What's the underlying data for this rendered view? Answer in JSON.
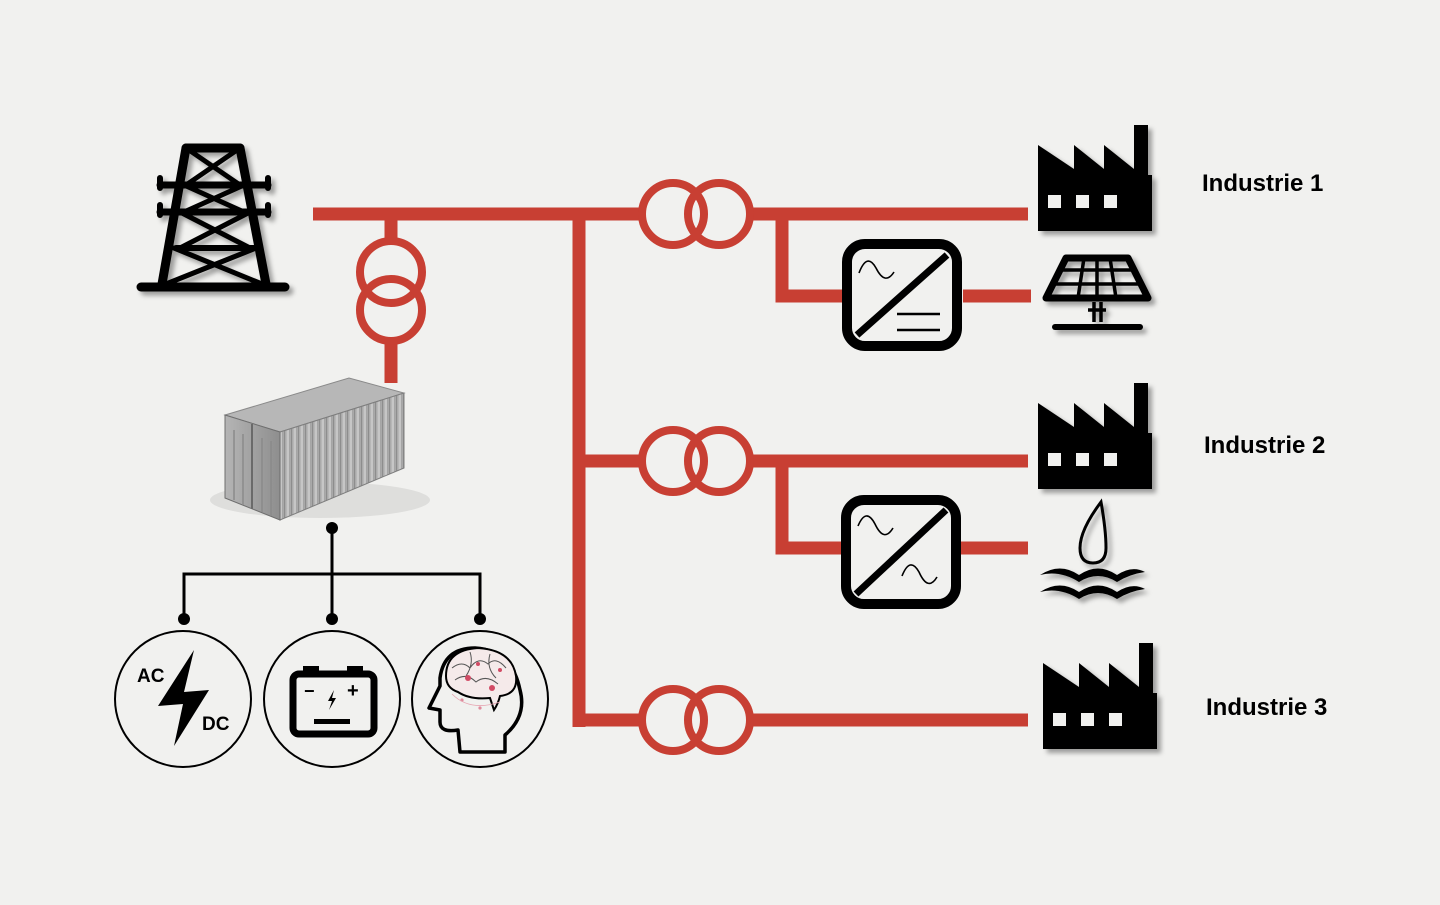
{
  "diagram": {
    "title": "",
    "colors": {
      "bus": "#c83f33",
      "icon": "#000000",
      "background": "#f1f1ef",
      "container": "#a9a9a9"
    },
    "grid_source": {
      "icon": "transmission-tower-icon"
    },
    "storage": {
      "icon": "shipping-container-icon",
      "transformer": "transformer-icon",
      "subsystems": [
        {
          "name": "ac-dc-converter",
          "icon": "lightning-bolt-icon",
          "labels": {
            "top": "AC",
            "bottom": "DC"
          }
        },
        {
          "name": "battery",
          "icon": "battery-icon",
          "labels": {
            "minus": "−",
            "plus": "+"
          }
        },
        {
          "name": "energy-management",
          "icon": "brain-head-icon"
        }
      ]
    },
    "branches": [
      {
        "label": "Industrie 1",
        "load_icon": "factory-icon",
        "transformer": "transformer-icon",
        "converter": {
          "icon": "ac-dc-inverter-icon",
          "type": "AC/DC"
        },
        "generator": {
          "icon": "solar-panel-icon",
          "name": "PV"
        }
      },
      {
        "label": "Industrie 2",
        "load_icon": "factory-icon",
        "transformer": "transformer-icon",
        "converter": {
          "icon": "ac-ac-converter-icon",
          "type": "AC/AC"
        },
        "generator": {
          "icon": "hydro-water-icon",
          "name": "Hydro"
        }
      },
      {
        "label": "Industrie 3",
        "load_icon": "factory-icon",
        "transformer": "transformer-icon"
      }
    ]
  }
}
